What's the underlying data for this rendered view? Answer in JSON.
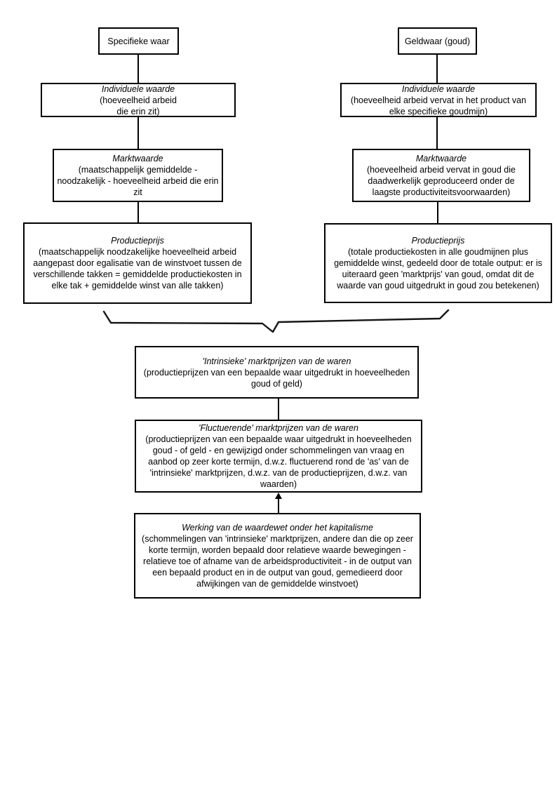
{
  "colors": {
    "background": "#ffffff",
    "line": "#000000",
    "text": "#000000"
  },
  "boxes": {
    "specifieke_waar": {
      "title": "Specifieke waar"
    },
    "geldwaar": {
      "title": "Geldwaar (goud)"
    },
    "individuele_waarde_links": {
      "title": "Individuele waarde",
      "body": "(hoeveelheid arbeid\ndie erin zit)"
    },
    "individuele_waarde_rechts": {
      "title": "Individuele waarde",
      "body": "(hoeveelheid arbeid vervat in het product van\nelke specifieke goudmijn)"
    },
    "marktwaarde_links": {
      "title": "Marktwaarde",
      "body": "(maatschappelijk gemiddelde -\nnoodzakelijk - hoeveelheid arbeid die erin\nzit"
    },
    "marktwaarde_rechts": {
      "title": "Marktwaarde",
      "body": "(hoeveelheid arbeid vervat in goud die\ndaadwerkelijk geproduceerd onder de\nlaagste productiviteitsvoorwaarden)"
    },
    "productieprijs_links": {
      "title": "Productieprijs",
      "body": "(maatschappelijk noodzakelijke hoeveelheid arbeid\naangepast door egalisatie van de winstvoet tussen de\nverschillende takken = gemiddelde productiekosten in\nelke tak + gemiddelde winst van alle takken)"
    },
    "productieprijs_rechts": {
      "title": "Productieprijs",
      "body": "(totale productiekosten in alle goudmijnen plus\ngemiddelde winst, gedeeld door de totale output: er is\nuiteraard geen 'marktprijs' van goud, omdat dit de\nwaarde van goud uitgedrukt in goud zou betekenen)"
    },
    "intrinsieke_marktprijzen": {
      "title": "'Intrinsieke' marktprijzen van de waren",
      "body": "(productieprijzen van een bepaalde waar uitgedrukt in hoeveelheden\ngoud of geld)"
    },
    "fluctuerende_marktprijzen": {
      "title": "'Fluctuerende' marktprijzen van de waren",
      "body": "(productieprijzen van een bepaalde waar uitgedrukt in hoeveelheden\ngoud - of geld - en gewijzigd onder schommelingen van vraag en\naanbod op zeer korte termijn, d.w.z. fluctuerend rond de 'as' van de\n'intrinsieke' marktprijzen, d.w.z. van de productieprijzen, d.w.z. van\nwaarden)"
    },
    "werking_waardewet": {
      "title": "Werking van de waardewet onder het kapitalisme",
      "body": "(schommelingen van 'intrinsieke' marktprijzen, andere dan die op zeer\nkorte termijn, worden bepaald door relatieve waarde bewegingen -\nrelatieve toe of afname van de arbeidsproductiviteit - in de output van\neen bepaald product en in de output van goud, gemedieerd door\nafwijkingen van de gemiddelde winstvoet)"
    }
  }
}
